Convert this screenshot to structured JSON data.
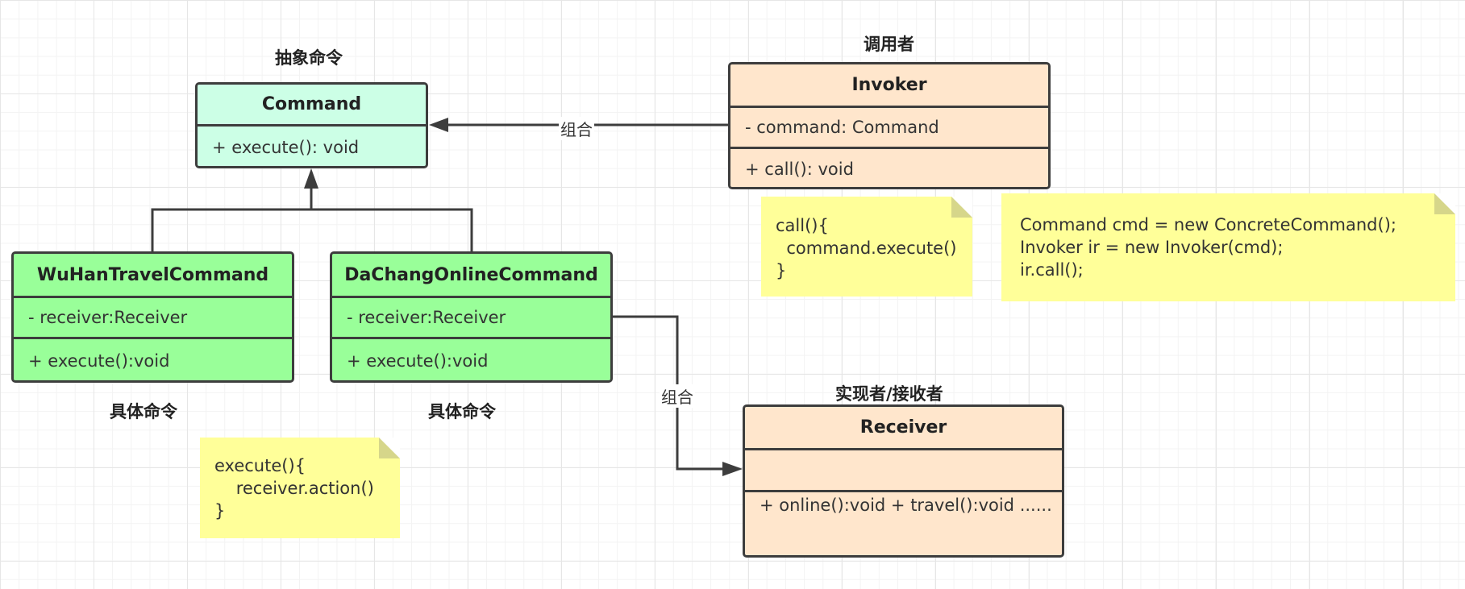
{
  "captions": {
    "abstract_command": "抽象命令",
    "invoker": "调用者",
    "concrete_command_1": "具体命令",
    "concrete_command_2": "具体命令",
    "receiver": "实现者/接收者"
  },
  "classes": {
    "command": {
      "name": "Command",
      "methods": "+ execute(): void"
    },
    "invoker": {
      "name": "Invoker",
      "fields": "- command: Command",
      "methods": "+ call(): void"
    },
    "wuhan": {
      "name": "WuHanTravelCommand",
      "fields": "- receiver:Receiver",
      "methods": "+ execute():void"
    },
    "dachang": {
      "name": "DaChangOnlineCommand",
      "fields": "- receiver:Receiver",
      "methods": "+ execute():void"
    },
    "receiver": {
      "name": "Receiver",
      "fields": "",
      "methods": [
        "+ online():void",
        "+ travel():void",
        "......"
      ]
    }
  },
  "notes": {
    "invoker_call": [
      "call(){",
      "  command.execute()",
      "}"
    ],
    "client": [
      "Command cmd = new ConcreteCommand();",
      "Invoker ir = new Invoker(cmd);",
      "ir.call();"
    ],
    "execute": [
      "execute(){",
      "    receiver.action()",
      "}"
    ]
  },
  "edges": {
    "invoker_to_command": "组合",
    "dachang_to_receiver": "组合"
  },
  "colors": {
    "abstract_fill": "#ccffe6",
    "concrete_fill": "#99ff99",
    "invoker_receiver_fill": "#ffe6cc",
    "note_fill": "#ffff99",
    "stroke": "#3d3d3d"
  }
}
